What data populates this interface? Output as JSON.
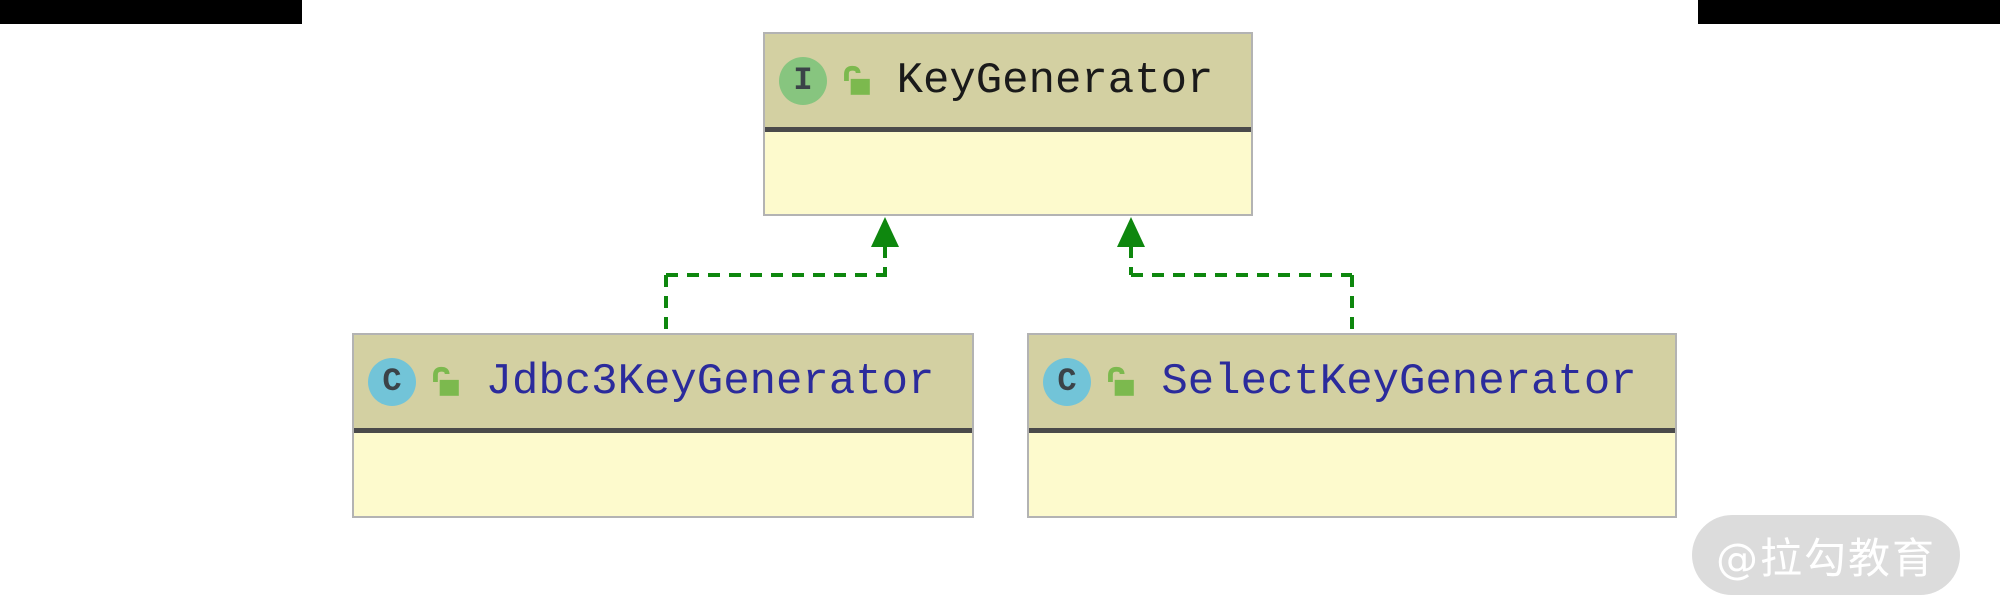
{
  "diagram": {
    "type": "uml-class-diagram",
    "nodes": [
      {
        "id": "key-generator",
        "kind": "interface",
        "name": "KeyGenerator",
        "icon_letter": "I",
        "icon": "interface-icon",
        "visibility_icon": "unlocked-padlock-icon"
      },
      {
        "id": "jdbc3-key-generator",
        "kind": "class",
        "name": "Jdbc3KeyGenerator",
        "icon_letter": "C",
        "icon": "class-icon",
        "visibility_icon": "unlocked-padlock-icon"
      },
      {
        "id": "select-key-generator",
        "kind": "class",
        "name": "SelectKeyGenerator",
        "icon_letter": "C",
        "icon": "class-icon",
        "visibility_icon": "unlocked-padlock-icon"
      }
    ],
    "edges": [
      {
        "from": "Jdbc3KeyGenerator",
        "to": "KeyGenerator",
        "relationship": "implements",
        "style": "dashed-green-arrow"
      },
      {
        "from": "SelectKeyGenerator",
        "to": "KeyGenerator",
        "relationship": "implements",
        "style": "dashed-green-arrow"
      }
    ]
  },
  "watermark": {
    "label": "@拉勾教育"
  },
  "colors": {
    "node_header": "#d3d0a2",
    "node_body": "#fdfacd",
    "node_border": "#b3b3b3",
    "header_separator": "#4a4a4a",
    "edge_green": "#0e870e",
    "interface_icon_circle": "#87c57f",
    "class_icon_circle": "#72c4d8",
    "lock_icon": "#7cb94e",
    "interface_name_text": "#1a1a1a",
    "class_name_text": "#2b2b9c",
    "watermark_bg": "#dcdcdc",
    "watermark_text": "#ffffff"
  }
}
